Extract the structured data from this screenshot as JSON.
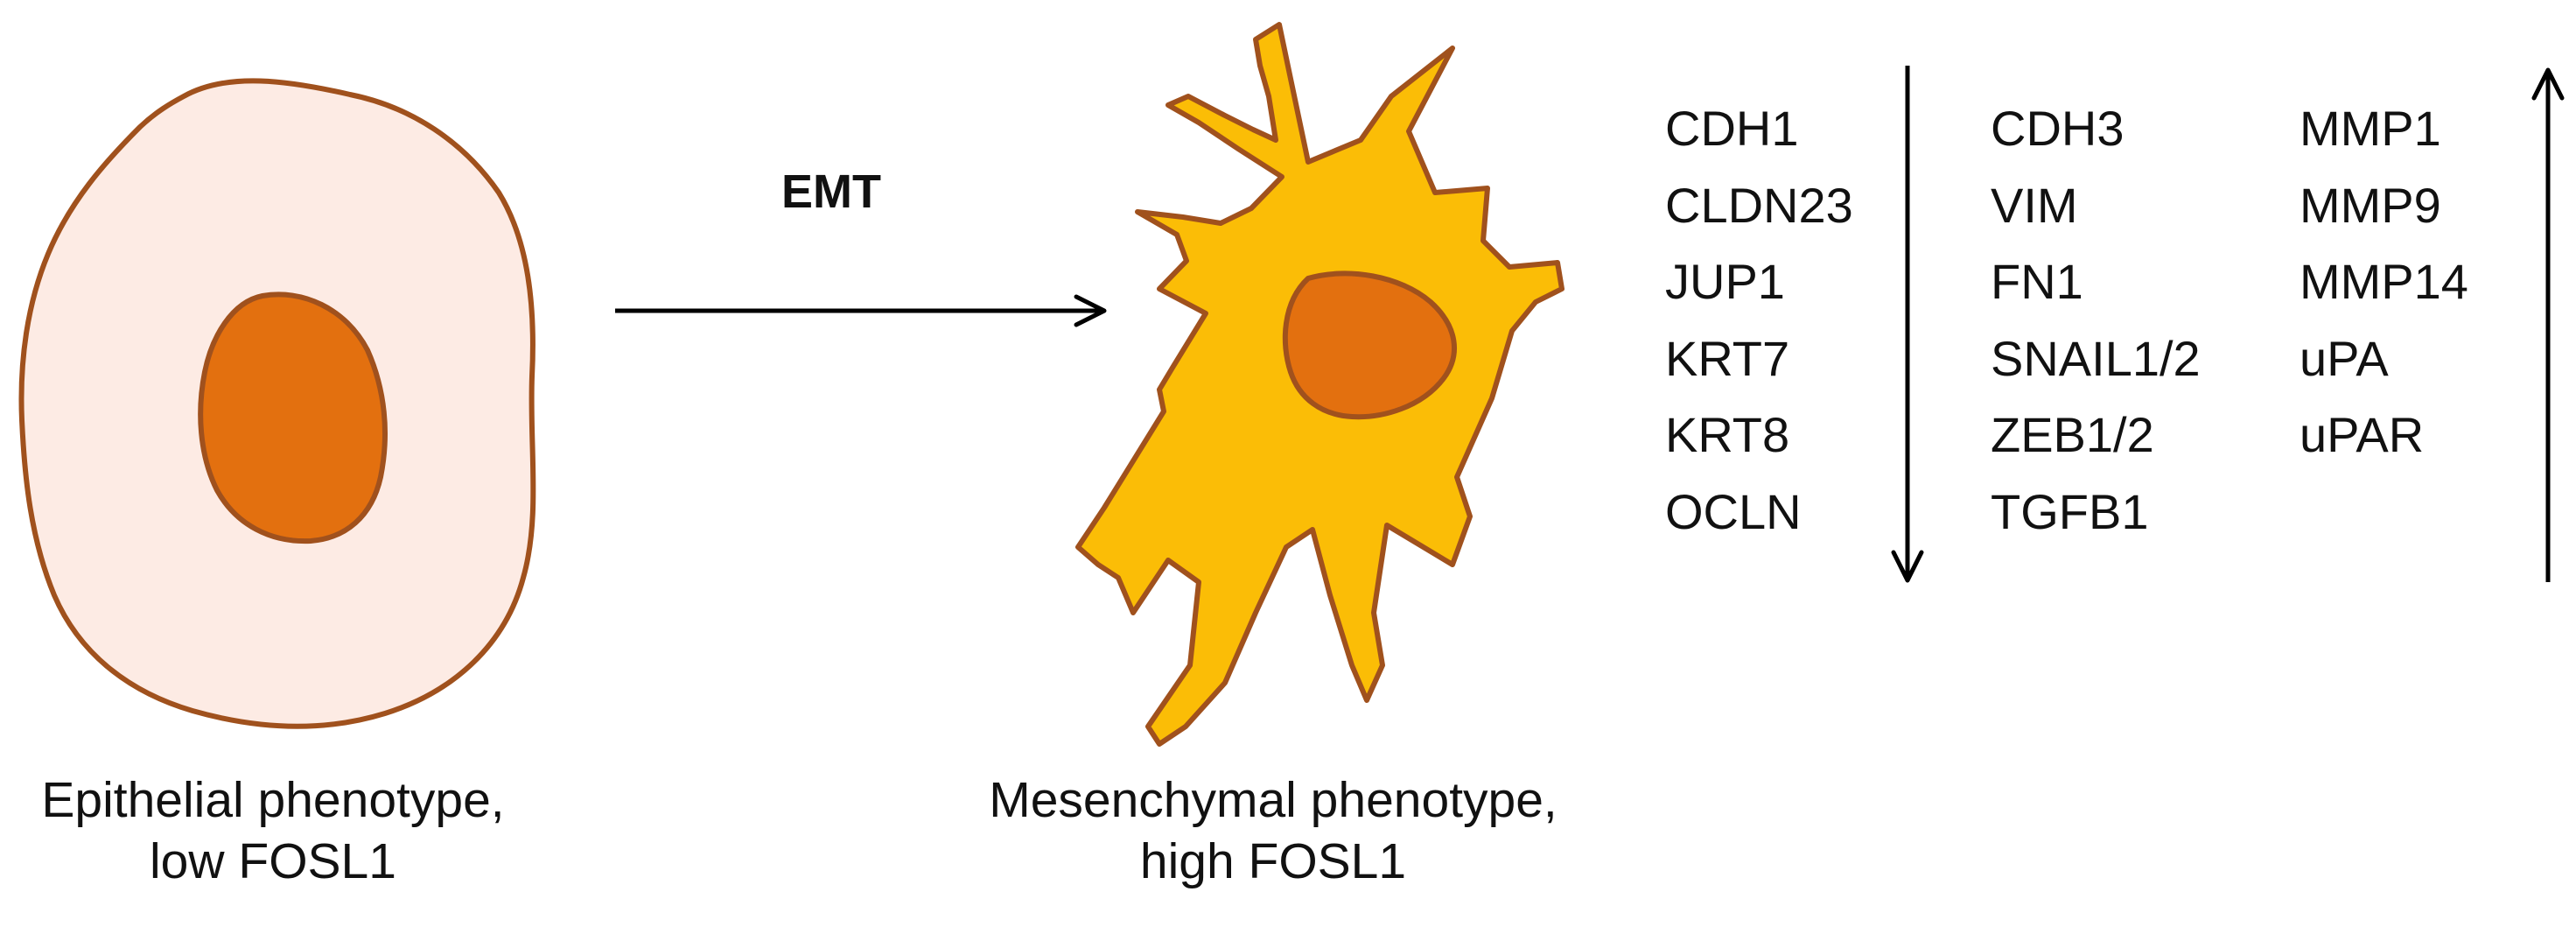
{
  "process_label": "EMT",
  "epithelial": {
    "caption_line1": "Epithelial phenotype,",
    "caption_line2": "low FOSL1",
    "colors": {
      "cytoplasm": "#fdebe4",
      "outline": "#a0511d",
      "nucleus": "#e3700f"
    }
  },
  "mesenchymal": {
    "caption_line1": "Mesenchymal phenotype,",
    "caption_line2": "high FOSL1",
    "colors": {
      "cytoplasm": "#fbbd06",
      "outline": "#a0511d",
      "nucleus": "#e3700f"
    }
  },
  "gene_columns": [
    {
      "genes": [
        "CDH1",
        "CLDN23",
        "JUP1",
        "KRT7",
        "KRT8",
        "OCLN"
      ],
      "arrow": "down"
    },
    {
      "genes": [
        "CDH3",
        "VIM",
        "FN1",
        "SNAIL1/2",
        "ZEB1/2",
        "TGFB1"
      ],
      "arrow": "none"
    },
    {
      "genes": [
        "MMP1",
        "MMP9",
        "MMP14",
        "uPA",
        "uPAR"
      ],
      "arrow": "up"
    }
  ],
  "arrow_color": "#000000"
}
